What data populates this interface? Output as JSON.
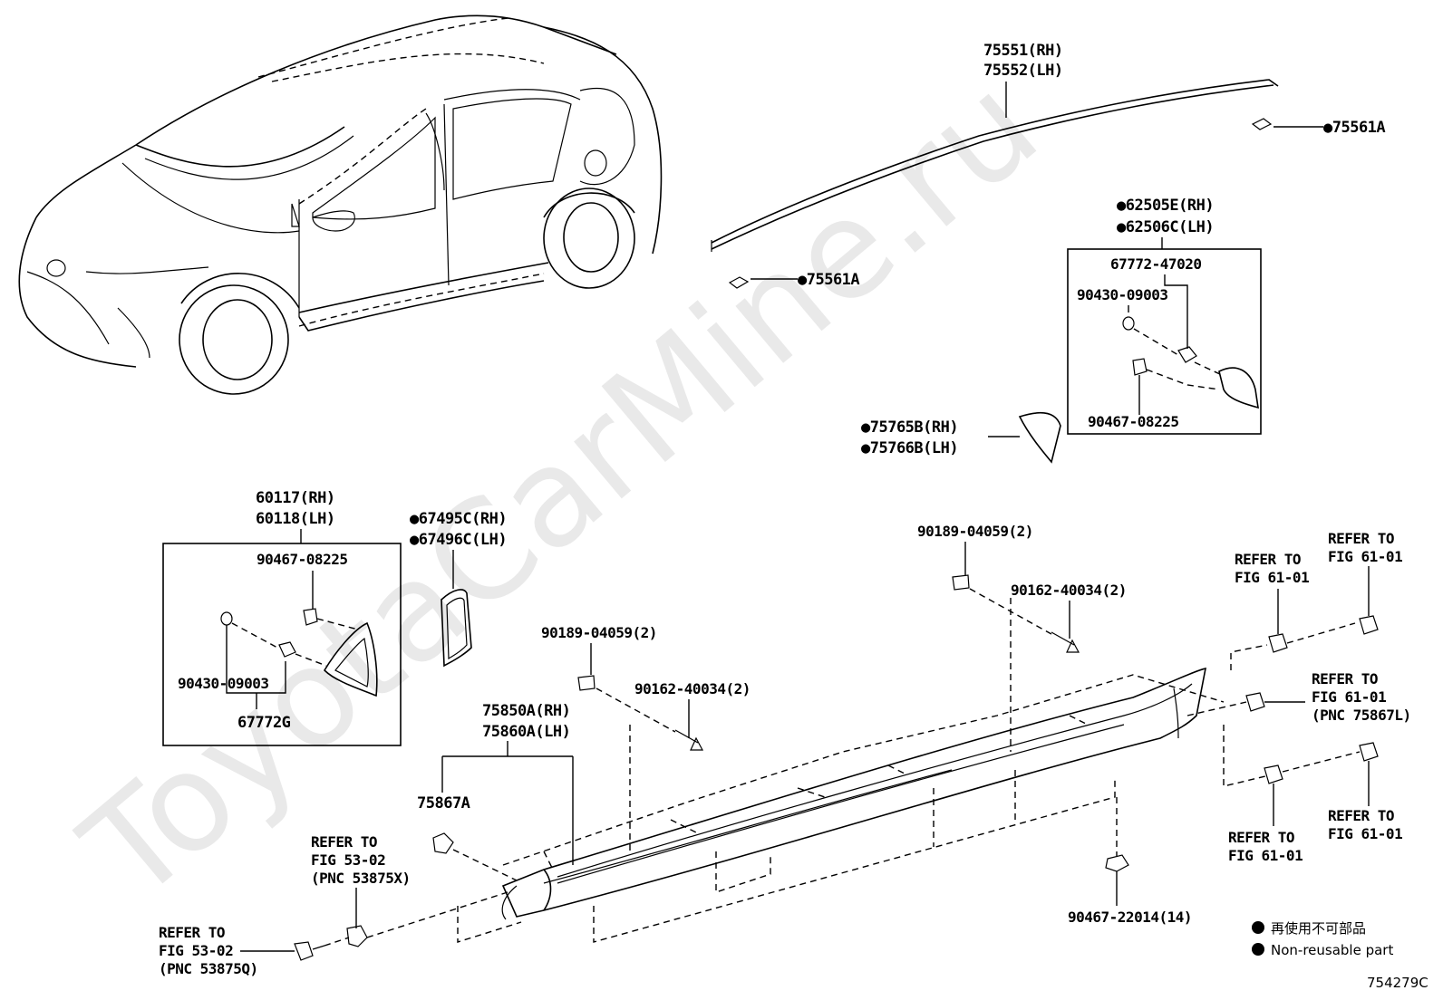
{
  "watermark": "ToyotaCarMine.ru",
  "figure_id": "754279C",
  "labels": {
    "moulding_rh": "75551(RH)",
    "moulding_lh": "75552(LH)",
    "clip_75561a_top": "●75561A",
    "clip_75561a_left": "●75561A",
    "garnish_rh": "●62505E(RH)",
    "garnish_lh": "●62506C(LH)",
    "p67772_47020": "67772-47020",
    "p90430_top": "90430-09003",
    "p90467_08225_top": "90467-08225",
    "p75765b_rh": "●75765B(RH)",
    "p75766b_lh": "●75766B(LH)",
    "p60117_rh": "60117(RH)",
    "p60118_lh": "60118(LH)",
    "p90467_08225_left": "90467-08225",
    "p90430_left": "90430-09003",
    "p67772g": "67772G",
    "p67495c_rh": "●67495C(RH)",
    "p67496c_lh": "●67496C(LH)",
    "p90189_left": "90189-04059(2)",
    "p90162_left": "90162-40034(2)",
    "p90189_right": "90189-04059(2)",
    "p90162_right": "90162-40034(2)",
    "p75850a_rh": "75850A(RH)",
    "p75860a_lh": "75860A(LH)",
    "p75867a": "75867A",
    "p90467_22014": "90467-22014(14)",
    "ref_53_02_x": [
      "REFER TO",
      "FIG 53-02",
      "(PNC 53875X)"
    ],
    "ref_53_02_q": [
      "REFER TO",
      "FIG 53-02",
      "(PNC 53875Q)"
    ],
    "ref_61_01_a": [
      "REFER TO",
      "FIG 61-01"
    ],
    "ref_61_01_b": [
      "REFER TO",
      "FIG 61-01"
    ],
    "ref_61_01_l": [
      "REFER TO",
      "FIG 61-01",
      "(PNC 75867L)"
    ],
    "ref_61_01_c": [
      "REFER TO",
      "FIG 61-01"
    ],
    "ref_61_01_d": [
      "REFER TO",
      "FIG 61-01"
    ]
  },
  "legend": {
    "jp": "再使用不可部品",
    "en": "Non-reusable part"
  }
}
